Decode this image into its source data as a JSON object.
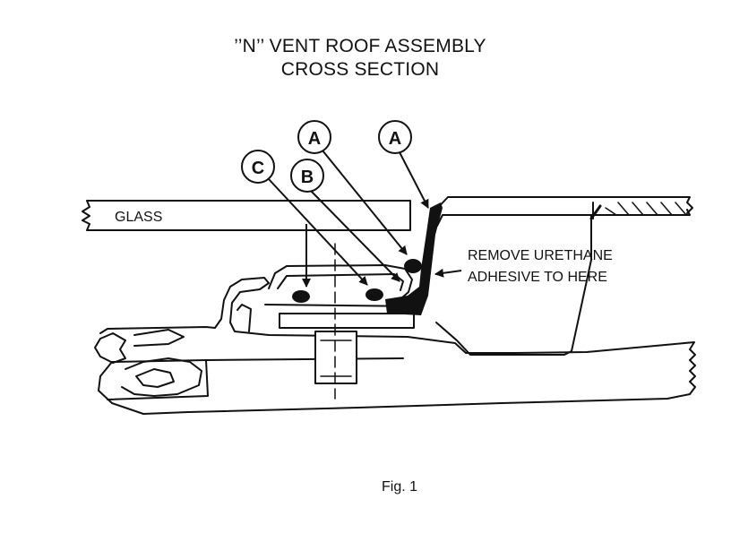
{
  "title_line1": "’’N’’ VENT ROOF ASSEMBLY",
  "title_line2": "CROSS SECTION",
  "labels": {
    "glass": "GLASS",
    "remove_line1": "REMOVE URETHANE",
    "remove_line2": "ADHESIVE TO HERE",
    "callout_a1": "A",
    "callout_a2": "A",
    "callout_b": "B",
    "callout_c": "C"
  },
  "caption": "Fig. 1"
}
